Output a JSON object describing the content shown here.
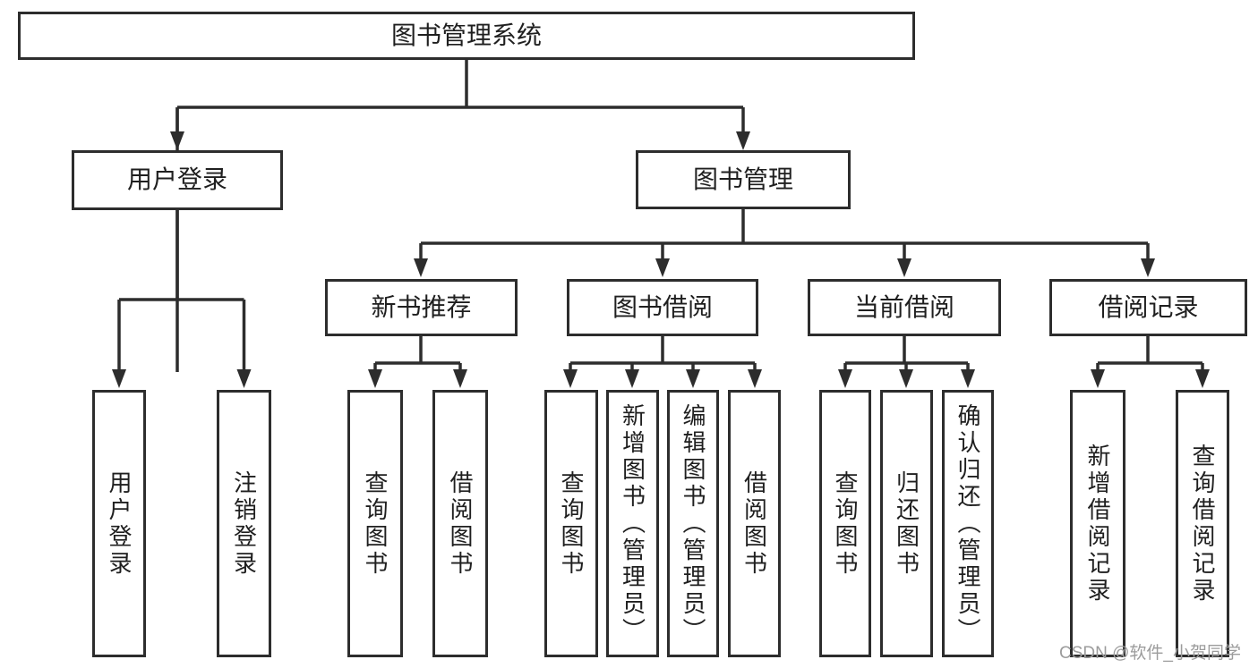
{
  "diagram": {
    "title": "图书管理系统",
    "root": {
      "label": "图书管理系统"
    },
    "level2": {
      "user_login": {
        "label": "用户登录"
      },
      "book_management": {
        "label": "图书管理"
      }
    },
    "level3": {
      "new_book_recommend": {
        "label": "新书推荐"
      },
      "book_borrow": {
        "label": "图书借阅"
      },
      "current_borrow": {
        "label": "当前借阅"
      },
      "borrow_records": {
        "label": "借阅记录"
      }
    },
    "leaves": [
      {
        "label": "用户登录"
      },
      {
        "label": "注销登录"
      },
      {
        "label": "查询图书"
      },
      {
        "label": "借阅图书"
      },
      {
        "label": "查询图书"
      },
      {
        "label": "新增图书（管理员）"
      },
      {
        "label": "编辑图书（管理员）"
      },
      {
        "label": "借阅图书"
      },
      {
        "label": "查询图书"
      },
      {
        "label": "归还图书"
      },
      {
        "label": "确认归还（管理员）"
      },
      {
        "label": "新增借阅记录"
      },
      {
        "label": "查询借阅记录"
      }
    ],
    "watermark": "CSDN @软件_小贺同学",
    "colors": {
      "line": "#2d2d2d",
      "text": "#1f1f1f",
      "watermark": "#9c9c9c",
      "background": "#ffffff"
    }
  }
}
